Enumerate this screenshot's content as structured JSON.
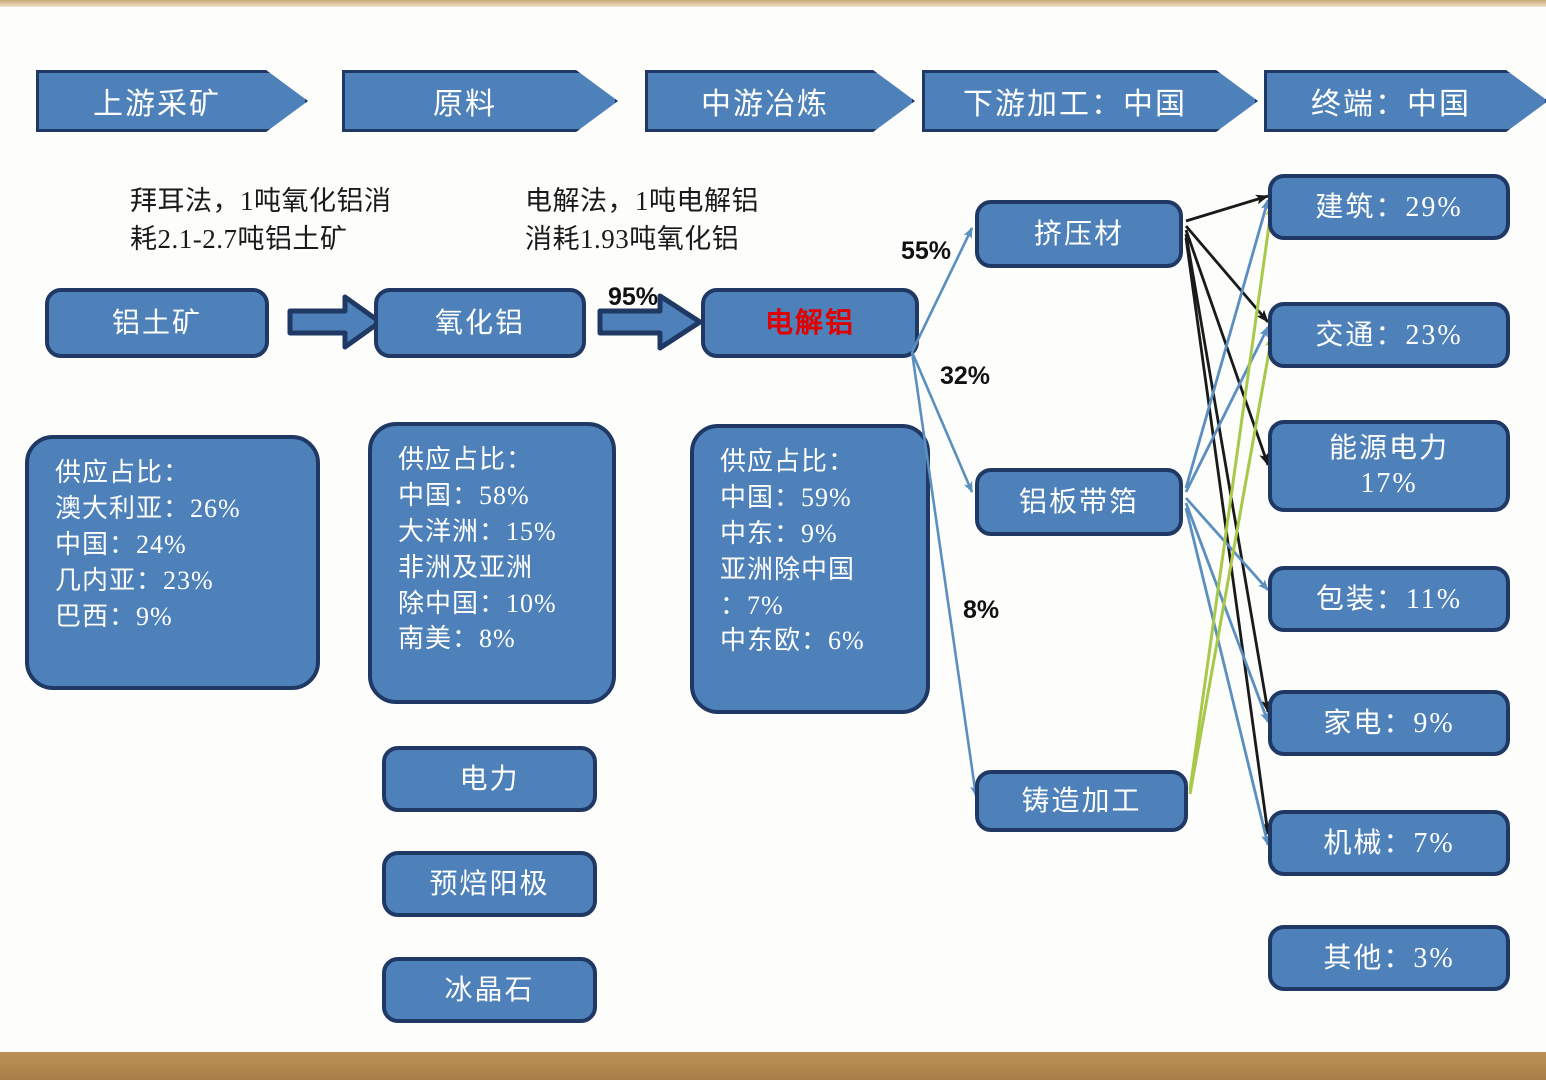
{
  "title": "铝产业链图",
  "palette": {
    "node_fill": "#4e81b9",
    "node_border": "#1f3864",
    "extrusion_flow": "#1a1a1a",
    "sheet_flow": "#5b8fc0",
    "casting_flow": "#a8c84a",
    "highlight_text": "#e00000",
    "top_strip": "#c9a876",
    "bottom_strip": "#b08b55"
  },
  "stages": [
    {
      "label": "上游采矿"
    },
    {
      "label": "原料"
    },
    {
      "label": "中游冶炼"
    },
    {
      "label": "下游加工：中国"
    },
    {
      "label": "终端：中国"
    }
  ],
  "notes": [
    {
      "text": "拜耳法，1吨氧化铝消\n耗2.1-2.7吨铝土矿"
    },
    {
      "text": "电解法，1吨电解铝\n消耗1.93吨氧化铝"
    }
  ],
  "chain": [
    {
      "label": "铝土矿"
    },
    {
      "label": "氧化铝"
    },
    {
      "label": "电解铝"
    }
  ],
  "chain_flow_label": "95%",
  "supply_panels": [
    {
      "text": "供应占比：\n澳大利亚：26%\n中国：24%\n几内亚：23%\n巴西：9%"
    },
    {
      "text": "供应占比：\n中国：58%\n大洋洲：15%\n非洲及亚洲\n除中国：10%\n南美：8%"
    },
    {
      "text": "供应占比：\n中国：59%\n中东：9%\n亚洲除中国\n：7%\n中东欧：6%"
    }
  ],
  "inputs": [
    {
      "label": "电力"
    },
    {
      "label": "预焙阳极"
    },
    {
      "label": "冰晶石"
    }
  ],
  "processing": [
    {
      "label": "挤压材",
      "share": "55%"
    },
    {
      "label": "铝板带箔",
      "share": "32%"
    },
    {
      "label": "铸造加工",
      "share": "8%"
    }
  ],
  "end_uses": [
    {
      "label": "建筑：29%"
    },
    {
      "label": "交通：23%"
    },
    {
      "label": "能源电力\n17%"
    },
    {
      "label": "包装：11%"
    },
    {
      "label": "家电：9%"
    },
    {
      "label": "机械：7%"
    },
    {
      "label": "其他：3%"
    }
  ],
  "chart_data": {
    "type": "diagram",
    "title": "铝产业链：上游采矿 — 原料 — 中游冶炼 — 下游加工 — 终端",
    "stage_headers": [
      "上游采矿",
      "原料",
      "中游冶炼",
      "下游加工：中国",
      "终端：中国"
    ],
    "main_chain": [
      "铝土矿",
      "氧化铝",
      "电解铝"
    ],
    "chain_conversions": [
      {
        "from": "铝土矿",
        "to": "氧化铝",
        "note": "拜耳法，1吨氧化铝消耗2.1-2.7吨铝土矿"
      },
      {
        "from": "氧化铝",
        "to": "电解铝",
        "label": "95%",
        "note": "电解法，1吨电解铝消耗1.93吨氧化铝"
      }
    ],
    "supply_shares": {
      "铝土矿": [
        {
          "region": "澳大利亚",
          "value": 26
        },
        {
          "region": "中国",
          "value": 24
        },
        {
          "region": "几内亚",
          "value": 23
        },
        {
          "region": "巴西",
          "value": 9
        }
      ],
      "氧化铝": [
        {
          "region": "中国",
          "value": 58
        },
        {
          "region": "大洋洲",
          "value": 15
        },
        {
          "region": "非洲及亚洲除中国",
          "value": 10
        },
        {
          "region": "南美",
          "value": 8
        }
      ],
      "电解铝": [
        {
          "region": "中国",
          "value": 59
        },
        {
          "region": "中东",
          "value": 9
        },
        {
          "region": "亚洲除中国",
          "value": 7
        },
        {
          "region": "中东欧",
          "value": 6
        }
      ]
    },
    "other_inputs": [
      "电力",
      "预焙阳极",
      "冰晶石"
    ],
    "downstream_split": [
      {
        "product": "挤压材",
        "value": 55
      },
      {
        "product": "铝板带箔",
        "value": 32
      },
      {
        "product": "铸造加工",
        "value": 8
      }
    ],
    "end_use_split": [
      {
        "sector": "建筑",
        "value": 29
      },
      {
        "sector": "交通",
        "value": 23
      },
      {
        "sector": "能源电力",
        "value": 17
      },
      {
        "sector": "包装",
        "value": 11
      },
      {
        "sector": "家电",
        "value": 9
      },
      {
        "sector": "机械",
        "value": 7
      },
      {
        "sector": "其他",
        "value": 3
      }
    ],
    "flow_colors": {
      "挤压材": "#1a1a1a",
      "铝板带箔": "#5b8fc0",
      "铸造加工": "#a8c84a"
    }
  }
}
